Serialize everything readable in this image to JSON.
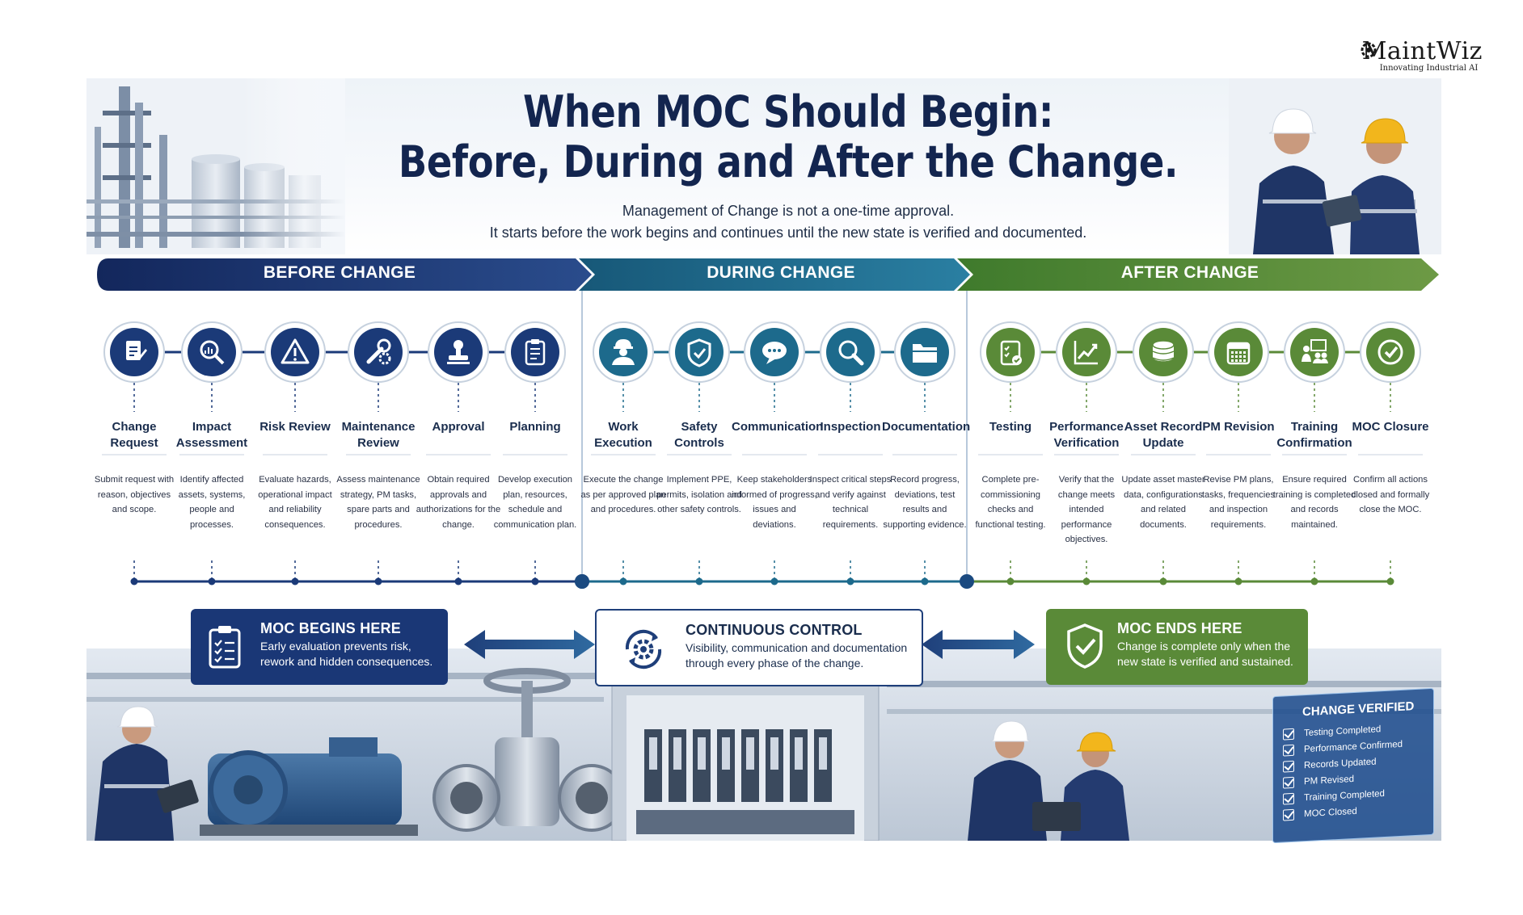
{
  "brand": {
    "name": "MaintWiz",
    "tagline": "Innovating Industrial AI"
  },
  "title_line1": "When MOC Should Begin:",
  "title_line2": "Before, During and After the Change.",
  "subtitle_line1": "Management of Change is not a one-time approval.",
  "subtitle_line2": "It starts before the work begins and continues until the new state is verified and documented.",
  "colors": {
    "before": "#1b3a78",
    "during": "#1d6a8c",
    "after": "#5a8a38",
    "title": "#13254f"
  },
  "phases": [
    {
      "label": "BEFORE CHANGE",
      "steps": [
        {
          "name": "Change Request",
          "icon": "document-edit-icon",
          "desc": "Submit request with reason, objectives and scope."
        },
        {
          "name": "Impact Assessment",
          "icon": "chart-magnifier-icon",
          "desc": "Identify affected assets, systems, people and processes."
        },
        {
          "name": "Risk Review",
          "icon": "warning-icon",
          "desc": "Evaluate hazards, operational impact and reliability consequences."
        },
        {
          "name": "Maintenance Review",
          "icon": "wrench-gear-icon",
          "desc": "Assess maintenance strategy, PM tasks, spare parts and procedures."
        },
        {
          "name": "Approval",
          "icon": "stamp-icon",
          "desc": "Obtain required approvals and authorizations for the change."
        },
        {
          "name": "Planning",
          "icon": "clipboard-icon",
          "desc": "Develop execution plan, resources, schedule and communication plan."
        }
      ]
    },
    {
      "label": "DURING CHANGE",
      "steps": [
        {
          "name": "Work Execution",
          "icon": "worker-icon",
          "desc": "Execute the change as per approved plan and procedures."
        },
        {
          "name": "Safety Controls",
          "icon": "shield-check-icon",
          "desc": "Implement PPE, permits, isolation and other safety controls."
        },
        {
          "name": "Communication",
          "icon": "chat-icon",
          "desc": "Keep stakeholders informed of progress, issues and deviations."
        },
        {
          "name": "Inspection",
          "icon": "magnifier-icon",
          "desc": "Inspect critical steps and verify against technical requirements."
        },
        {
          "name": "Documentation",
          "icon": "folder-icon",
          "desc": "Record progress, deviations, test results and supporting evidence."
        }
      ]
    },
    {
      "label": "AFTER CHANGE",
      "steps": [
        {
          "name": "Testing",
          "icon": "checklist-icon",
          "desc": "Complete pre-commissioning checks and functional testing."
        },
        {
          "name": "Performance Verification",
          "icon": "line-chart-icon",
          "desc": "Verify that the change meets intended performance objectives."
        },
        {
          "name": "Asset Record Update",
          "icon": "database-icon",
          "desc": "Update asset master data, configurations and related documents."
        },
        {
          "name": "PM Revision",
          "icon": "calendar-icon",
          "desc": "Revise PM plans, tasks, frequencies and inspection requirements."
        },
        {
          "name": "Training Confirmation",
          "icon": "training-icon",
          "desc": "Ensure required training is completed and records maintained."
        },
        {
          "name": "MOC Closure",
          "icon": "check-circle-icon",
          "desc": "Confirm all actions closed and formally close the MOC."
        }
      ]
    }
  ],
  "callouts": {
    "begins": {
      "title": "MOC BEGINS HERE",
      "body1": "Early evaluation prevents risk,",
      "body2": "rework and hidden consequences."
    },
    "control": {
      "title": "CONTINUOUS CONTROL",
      "body1": "Visibility, communication and documentation",
      "body2": "through every phase of the change."
    },
    "ends": {
      "title": "MOC ENDS HERE",
      "body1": "Change is complete only when the",
      "body2": "new state is verified and sustained."
    }
  },
  "verified_panel": {
    "title": "CHANGE VERIFIED",
    "items": [
      "Testing Completed",
      "Performance Confirmed",
      "Records Updated",
      "PM Revised",
      "Training Completed",
      "MOC Closed"
    ]
  }
}
